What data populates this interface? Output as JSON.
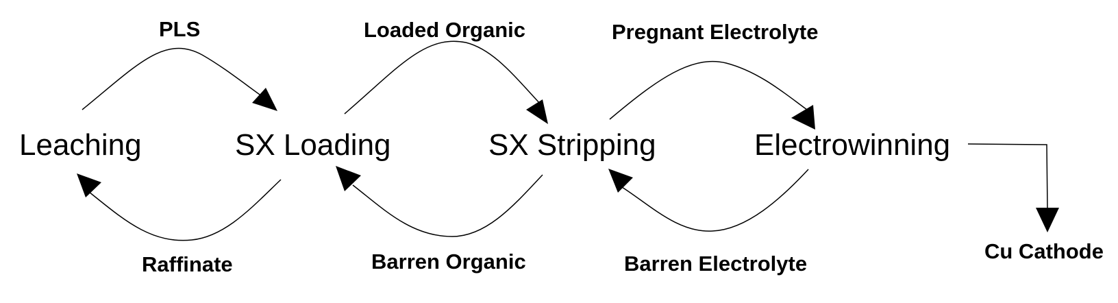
{
  "nodes": {
    "leaching": "Leaching",
    "sx_loading": "SX Loading",
    "sx_stripping": "SX Stripping",
    "electrowinning": "Electrowinning"
  },
  "flows": {
    "pls": "PLS",
    "loaded_organic": "Loaded Organic",
    "pregnant_electrolyte": "Pregnant Electrolyte",
    "raffinate": "Raffinate",
    "barren_organic": "Barren Organic",
    "barren_electrolyte": "Barren Electrolyte"
  },
  "product": {
    "cu_cathode": "Cu Cathode"
  }
}
